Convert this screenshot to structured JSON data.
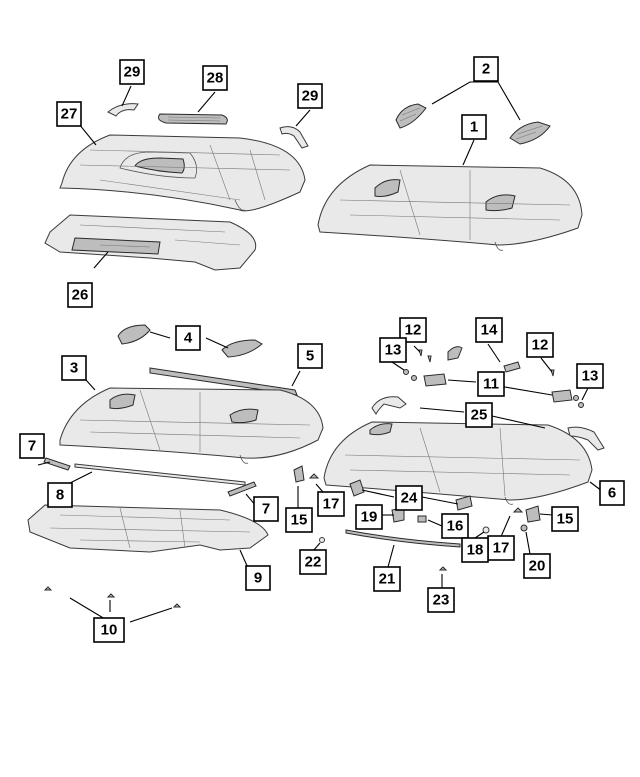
{
  "diagram": {
    "callouts": [
      "1",
      "2",
      "3",
      "4",
      "5",
      "6",
      "7",
      "8",
      "9",
      "10",
      "11",
      "12",
      "13",
      "14",
      "15",
      "16",
      "17",
      "18",
      "19",
      "20",
      "21",
      "22",
      "23",
      "24",
      "25",
      "26",
      "27",
      "28",
      "29"
    ]
  },
  "labels": {
    "l1": "1",
    "l2": "2",
    "l3": "3",
    "l4": "4",
    "l5": "5",
    "l6": "6",
    "l7a": "7",
    "l7b": "7",
    "l8": "8",
    "l9": "9",
    "l10": "10",
    "l11": "11",
    "l12a": "12",
    "l12b": "12",
    "l13a": "13",
    "l13b": "13",
    "l14": "14",
    "l15a": "15",
    "l15b": "15",
    "l16": "16",
    "l17a": "17",
    "l17b": "17",
    "l18": "18",
    "l19": "19",
    "l20": "20",
    "l21": "21",
    "l22": "22",
    "l23": "23",
    "l24": "24",
    "l25": "25",
    "l26": "26",
    "l27": "27",
    "l28": "28",
    "l29a": "29",
    "l29b": "29"
  }
}
